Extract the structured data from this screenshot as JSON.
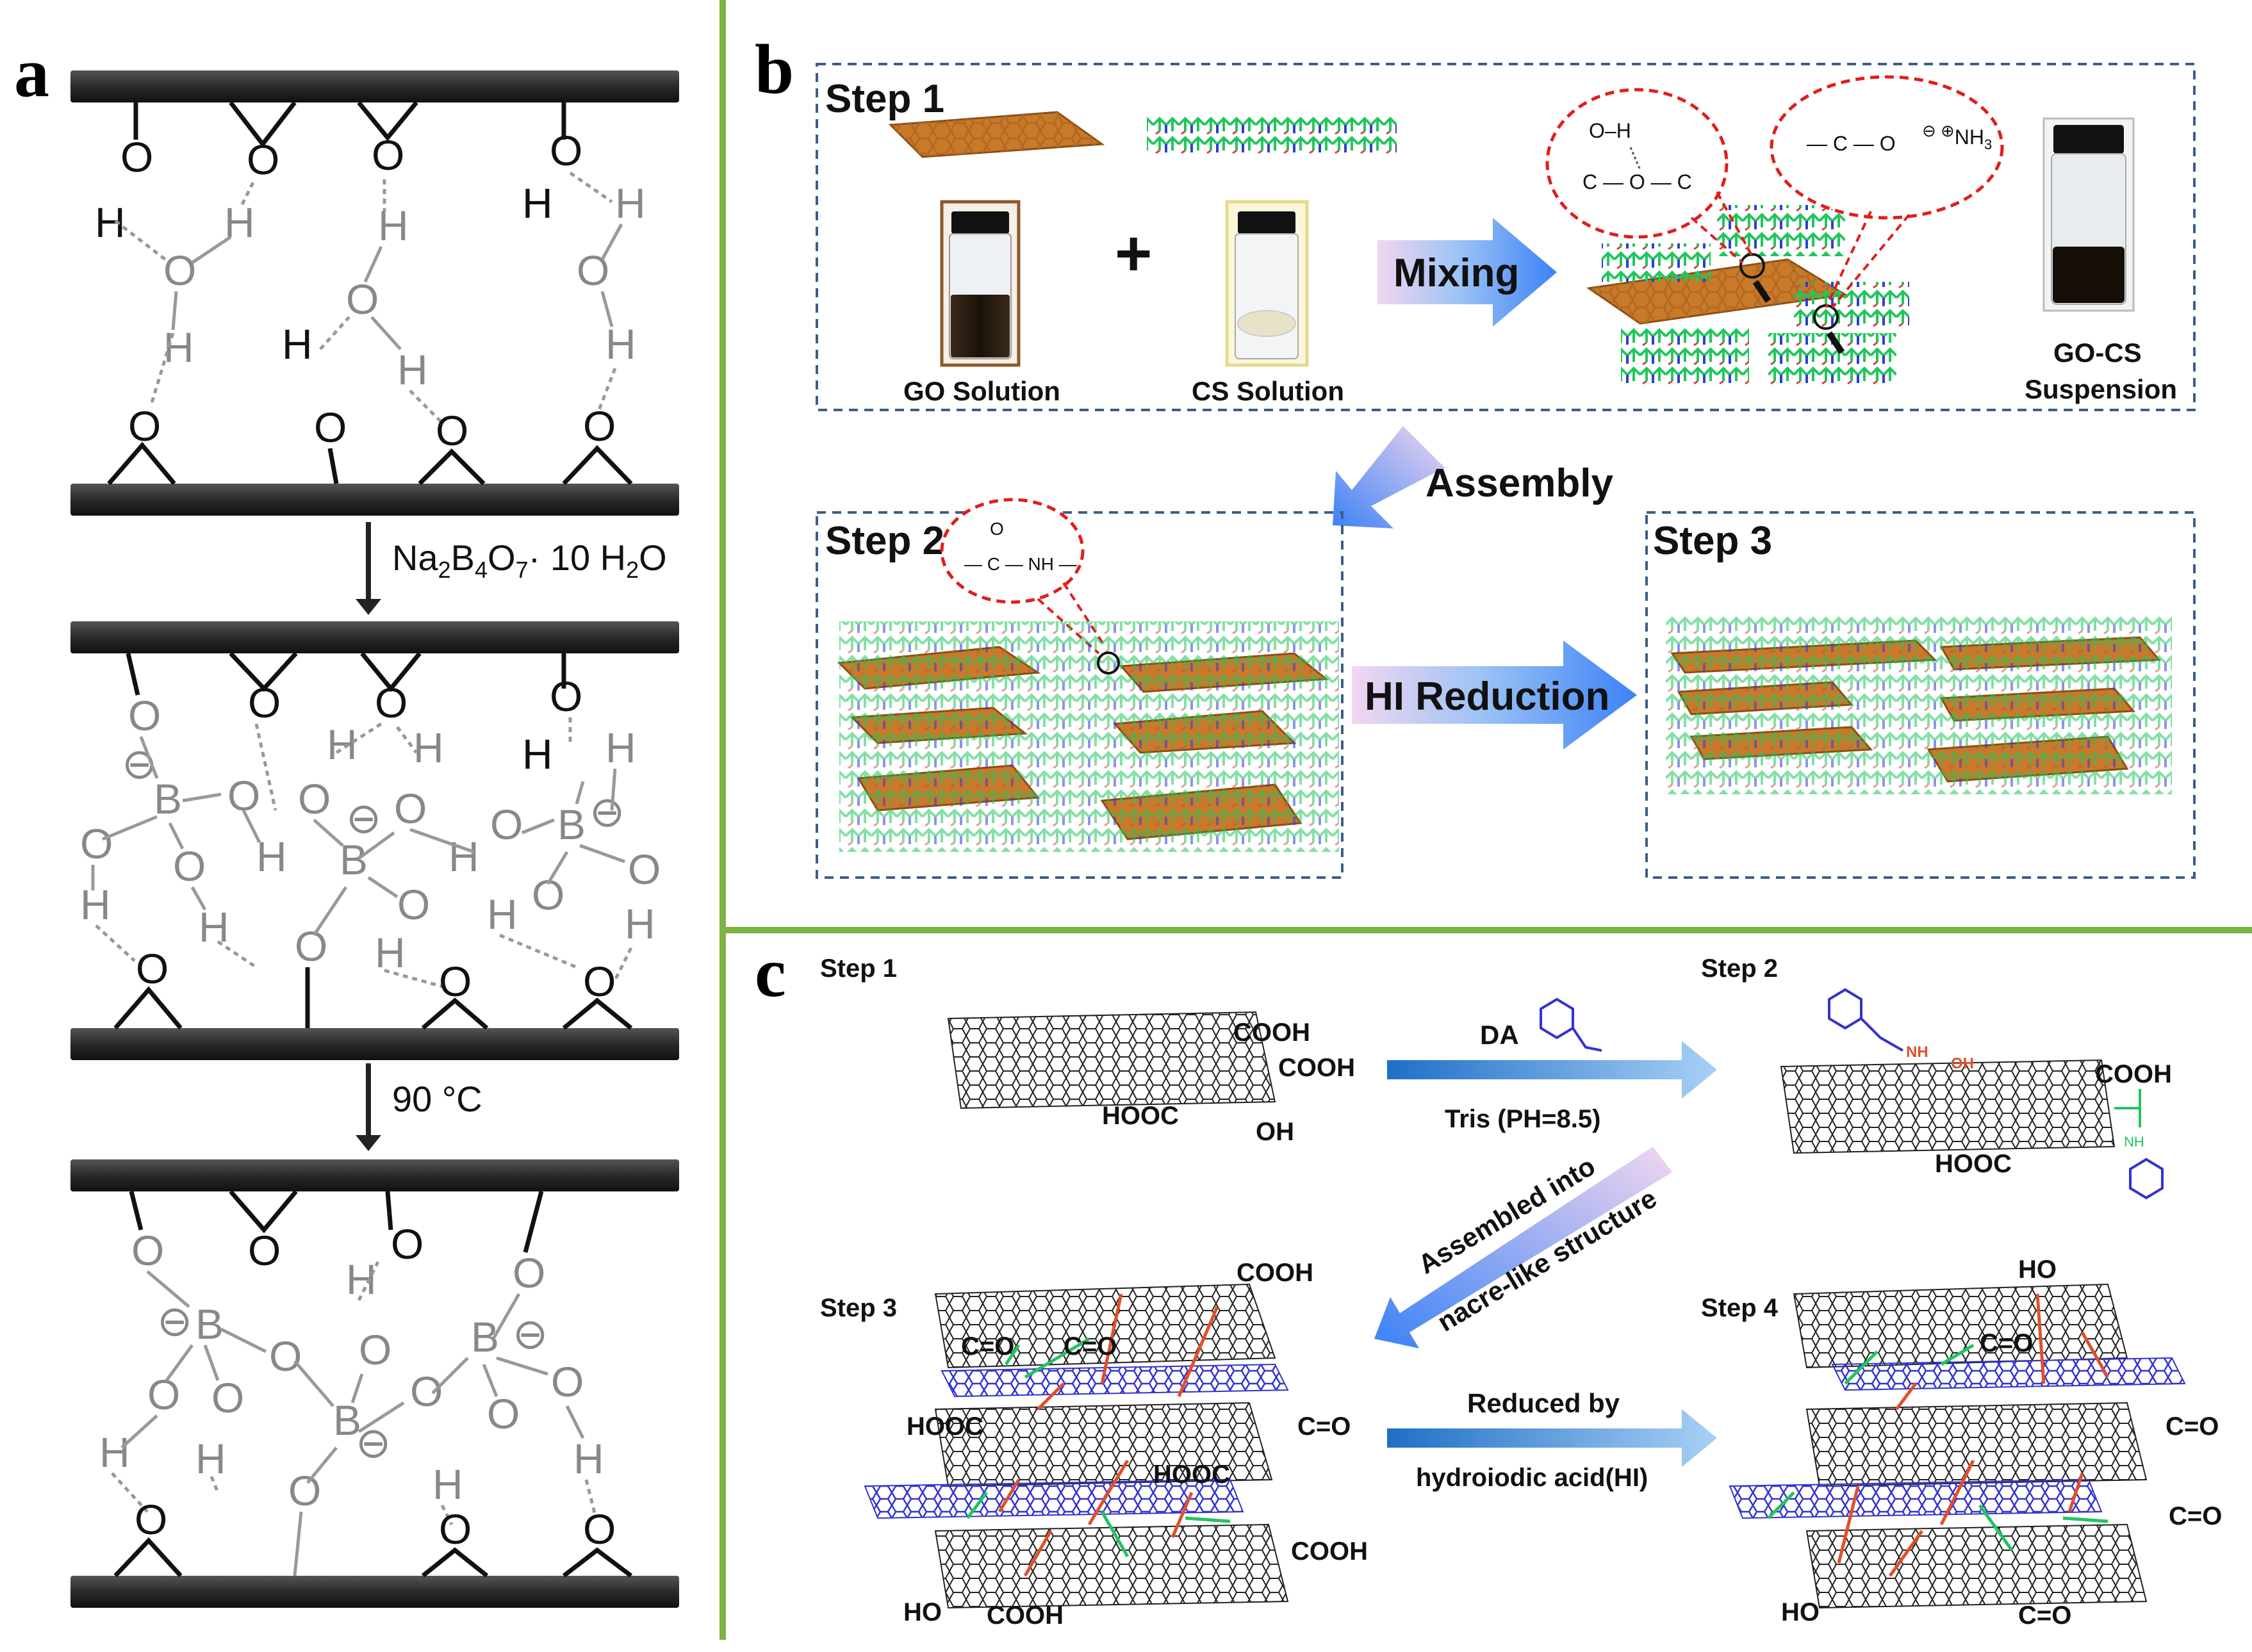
{
  "panels": {
    "a": {
      "letter": "a",
      "reagent_sodium": "Na",
      "reagent_sub_2": "2",
      "reagent_boron": "B",
      "reagent_sub_4": "4",
      "reagent_oxygen": "O",
      "reagent_sub_7": "7",
      "reagent_hydrate": "· 10 H",
      "reagent_sub_water": "2",
      "reagent_tail": "O",
      "temperature": "90 °C",
      "atom_O": "O",
      "atom_H": "H",
      "atom_B": "B",
      "minus": "⊖"
    },
    "b": {
      "letter": "b",
      "step1": "Step 1",
      "step2": "Step 2",
      "step3": "Step 3",
      "plus": "+",
      "go_solution": "GO Solution",
      "cs_solution": "CS Solution",
      "suspension_line1": "GO-CS",
      "suspension_line2": "Suspension",
      "mixing": "Mixing",
      "assembly": "Assembly",
      "hi_reduction": "HI Reduction",
      "bubble_oh": "O–H",
      "bubble_epoxy": "C — O — C",
      "bubble_carboxylate": "— C — O",
      "bubble_ammonium": "NH",
      "bubble_ammonium_sub": "3",
      "bubble_amide_o": "O",
      "bubble_amide": "— C — NH —"
    },
    "c": {
      "letter": "c",
      "step1": "Step 1",
      "step2": "Step 2",
      "step3": "Step 3",
      "step4": "Step 4",
      "da": "DA",
      "tris": "Tris (PH=8.5)",
      "assembled_line1": "Assembled into",
      "assembled_line2": "nacre-like structure",
      "reduced_line1": "Reduced by",
      "reduced_line2": "hydroiodic acid(HI)",
      "cooh": "COOH",
      "hooc": "HOOC",
      "oh": "OH",
      "ho": "HO",
      "nh": "NH",
      "co": "C=O"
    }
  },
  "colors": {
    "divider": "#7cb342",
    "graphene_orange": "#c8792a",
    "chitosan_green": "#22c55e",
    "arrow_blue": "#3b82f6",
    "bubble_red": "#e11d1d",
    "dopamine_blue": "#3333cc",
    "bond_red": "#e0502a",
    "bond_green": "#22c55e"
  },
  "icons": [
    "vial-icon",
    "graphene-sheet-icon",
    "chitosan-chain-icon",
    "mixing-arrow-icon",
    "assembly-arrow-icon",
    "reduction-arrow-icon",
    "down-arrow-icon",
    "dopamine-molecule-icon"
  ]
}
